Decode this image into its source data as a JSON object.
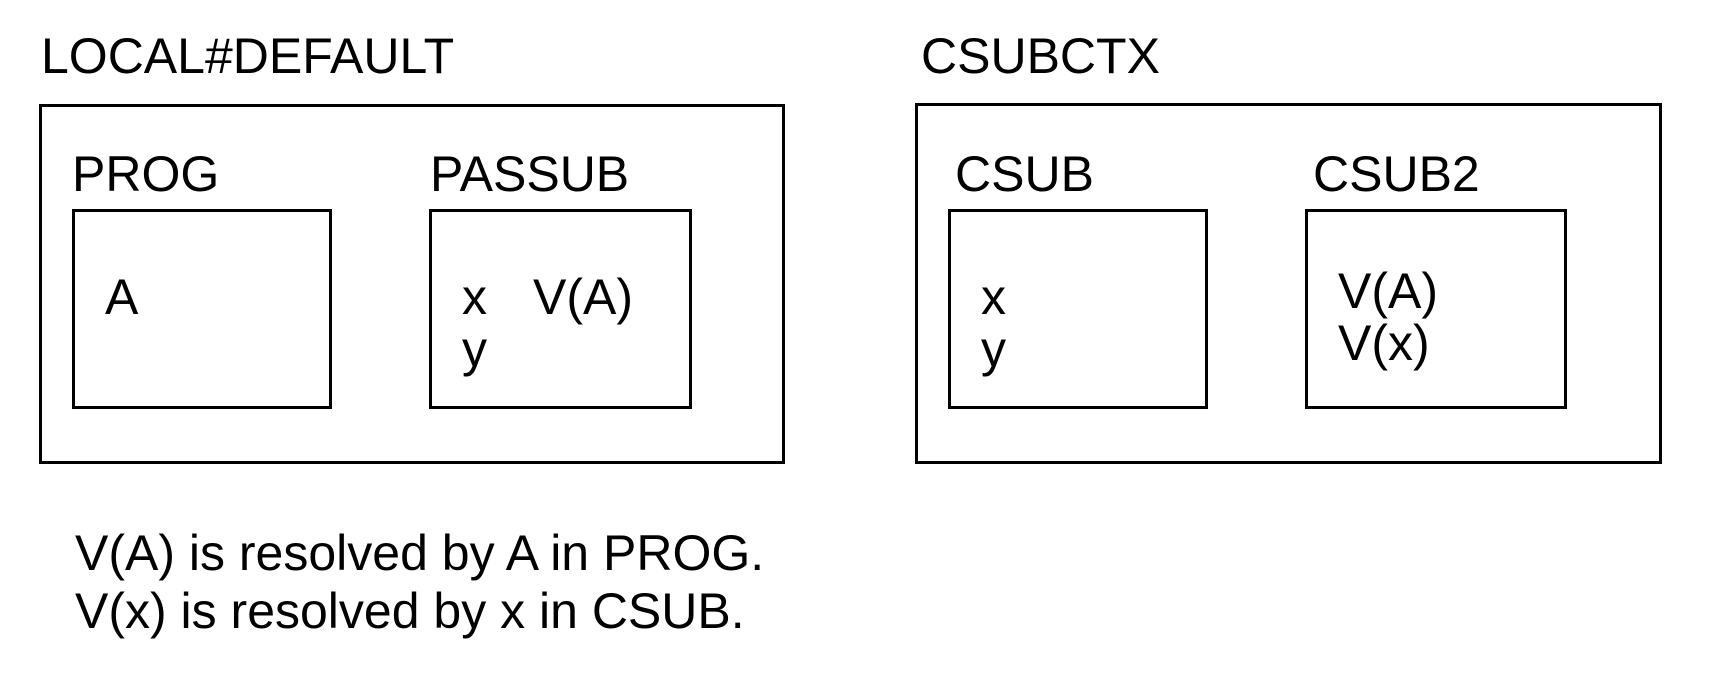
{
  "figure": {
    "contexts": [
      {
        "title": "LOCAL#DEFAULT",
        "blocks": [
          {
            "label": "PROG",
            "line1": [
              "A"
            ],
            "line2": []
          },
          {
            "label": "PASSUB",
            "line1": [
              "x",
              "V(A)"
            ],
            "line2": [
              "y"
            ]
          }
        ]
      },
      {
        "title": "CSUBCTX",
        "blocks": [
          {
            "label": "CSUB",
            "line1": [
              "x"
            ],
            "line2": [
              "y"
            ]
          },
          {
            "label": "CSUB2",
            "line1": [
              "V(A)"
            ],
            "line2": [
              "V(x)"
            ]
          }
        ]
      }
    ],
    "notes": [
      "V(A) is resolved by A in PROG.",
      "V(x) is resolved by x in CSUB."
    ]
  },
  "colors": {
    "background": "#ffffff",
    "line": "#000000",
    "text": "#000000"
  }
}
